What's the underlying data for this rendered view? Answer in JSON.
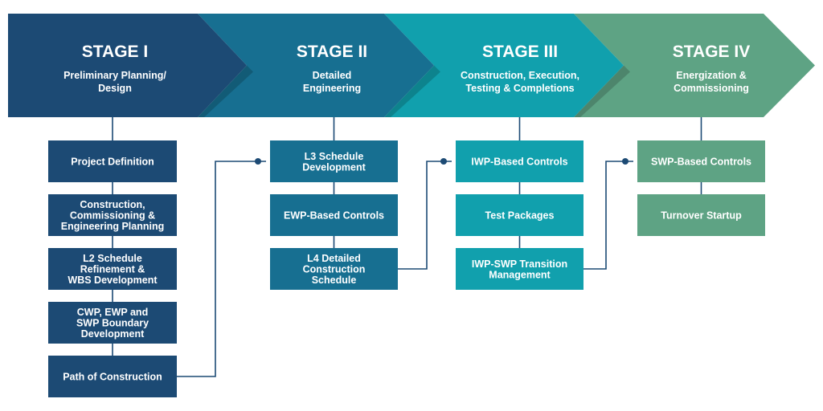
{
  "colors": {
    "stage1": "#1c4a74",
    "stage2": "#176f91",
    "stage3": "#11a0ad",
    "stage4": "#5ea384",
    "box1": "#1c4a74",
    "box2": "#176f91",
    "box3": "#11a0ad",
    "box4": "#5ea384",
    "line": "#1c4a74"
  },
  "stages": [
    {
      "title": "STAGE I",
      "subtitle": [
        "Preliminary Planning/",
        "Design"
      ],
      "boxes": [
        [
          "Project Definition"
        ],
        [
          "Construction,",
          "Commissioning &",
          "Engineering Planning"
        ],
        [
          "L2 Schedule",
          "Refinement &",
          "WBS Development"
        ],
        [
          "CWP, EWP and",
          "SWP Boundary",
          "Development"
        ],
        [
          "Path of Construction"
        ]
      ]
    },
    {
      "title": "STAGE II",
      "subtitle": [
        "Detailed",
        "Engineering"
      ],
      "boxes": [
        [
          "L3 Schedule",
          "Development"
        ],
        [
          "EWP-Based Controls"
        ],
        [
          "L4 Detailed",
          "Construction",
          "Schedule"
        ]
      ]
    },
    {
      "title": "STAGE III",
      "subtitle": [
        "Construction, Execution,",
        "Testing & Completions"
      ],
      "boxes": [
        [
          "IWP-Based Controls"
        ],
        [
          "Test Packages"
        ],
        [
          "IWP-SWP Transition",
          "Management"
        ]
      ]
    },
    {
      "title": "STAGE IV",
      "subtitle": [
        "Energization &",
        "Commissioning"
      ],
      "boxes": [
        [
          "SWP-Based Controls"
        ],
        [
          "Turnover Startup"
        ]
      ]
    }
  ]
}
